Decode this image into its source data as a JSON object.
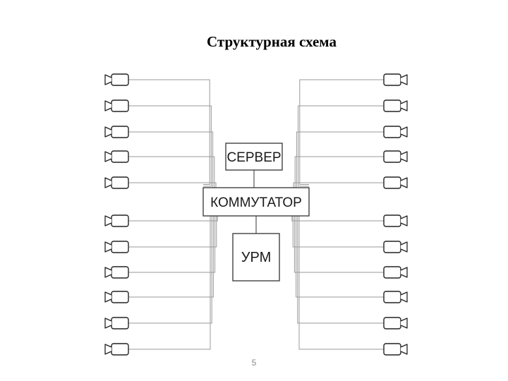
{
  "slide": {
    "title": "Структурная схема",
    "page_number": "5"
  },
  "diagram": {
    "server_label": "СЕРВЕР",
    "switch_label": "КОММУТАТОР",
    "workstation_label": "УРМ",
    "cameras_left_count": 11,
    "cameras_right_count": 11,
    "camera_icon": "video-camera-icon",
    "line_color": "#9a9a9a",
    "box_stroke_color": "#333333"
  }
}
